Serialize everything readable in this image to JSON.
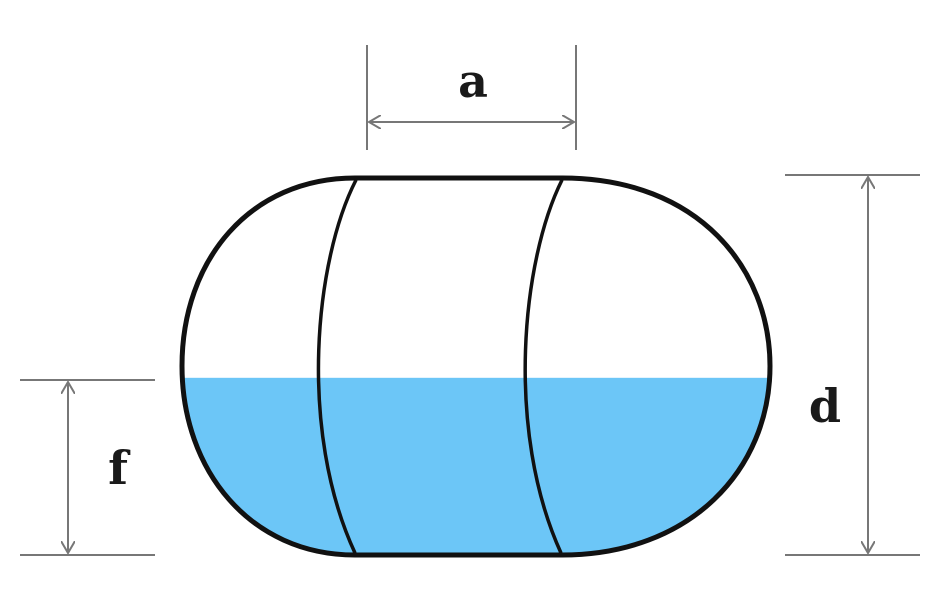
{
  "labels": {
    "a": "a",
    "d": "d",
    "f": "f"
  },
  "colors": {
    "water": "#6cc6f7",
    "outline": "#111111",
    "dimension": "#777777"
  },
  "fill_level_fraction_of_d": 0.47
}
